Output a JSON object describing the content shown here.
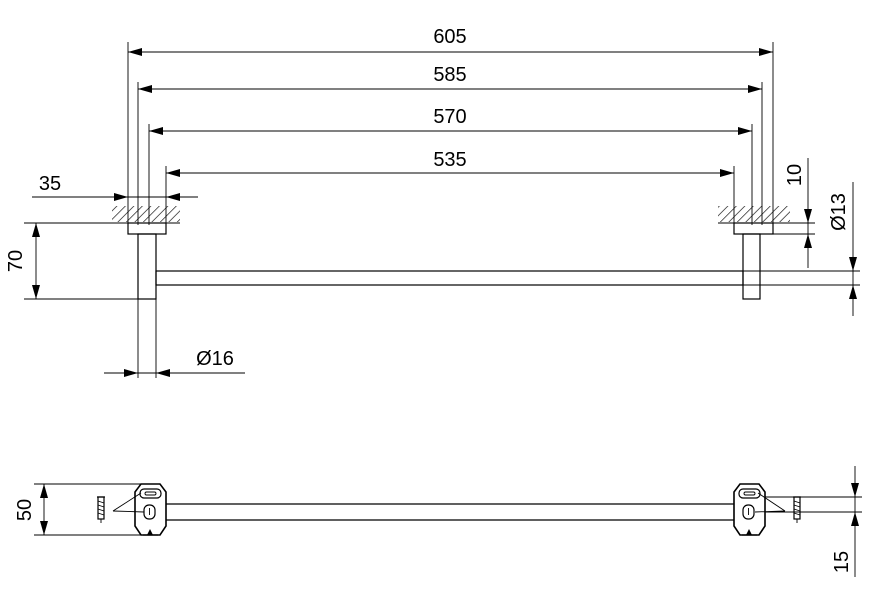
{
  "dimensions": {
    "overall_length": "605",
    "fixing_span": "585",
    "bar_span_outer": "570",
    "bar_span_inner": "535",
    "bracket_offset": "35",
    "projection": "70",
    "bar_diameter": "Ø16",
    "mount_diameter": "Ø13",
    "mount_plate": "10",
    "plan_depth": "50",
    "plan_offset": "15"
  },
  "colors": {
    "line": "#000000",
    "background": "#ffffff"
  }
}
